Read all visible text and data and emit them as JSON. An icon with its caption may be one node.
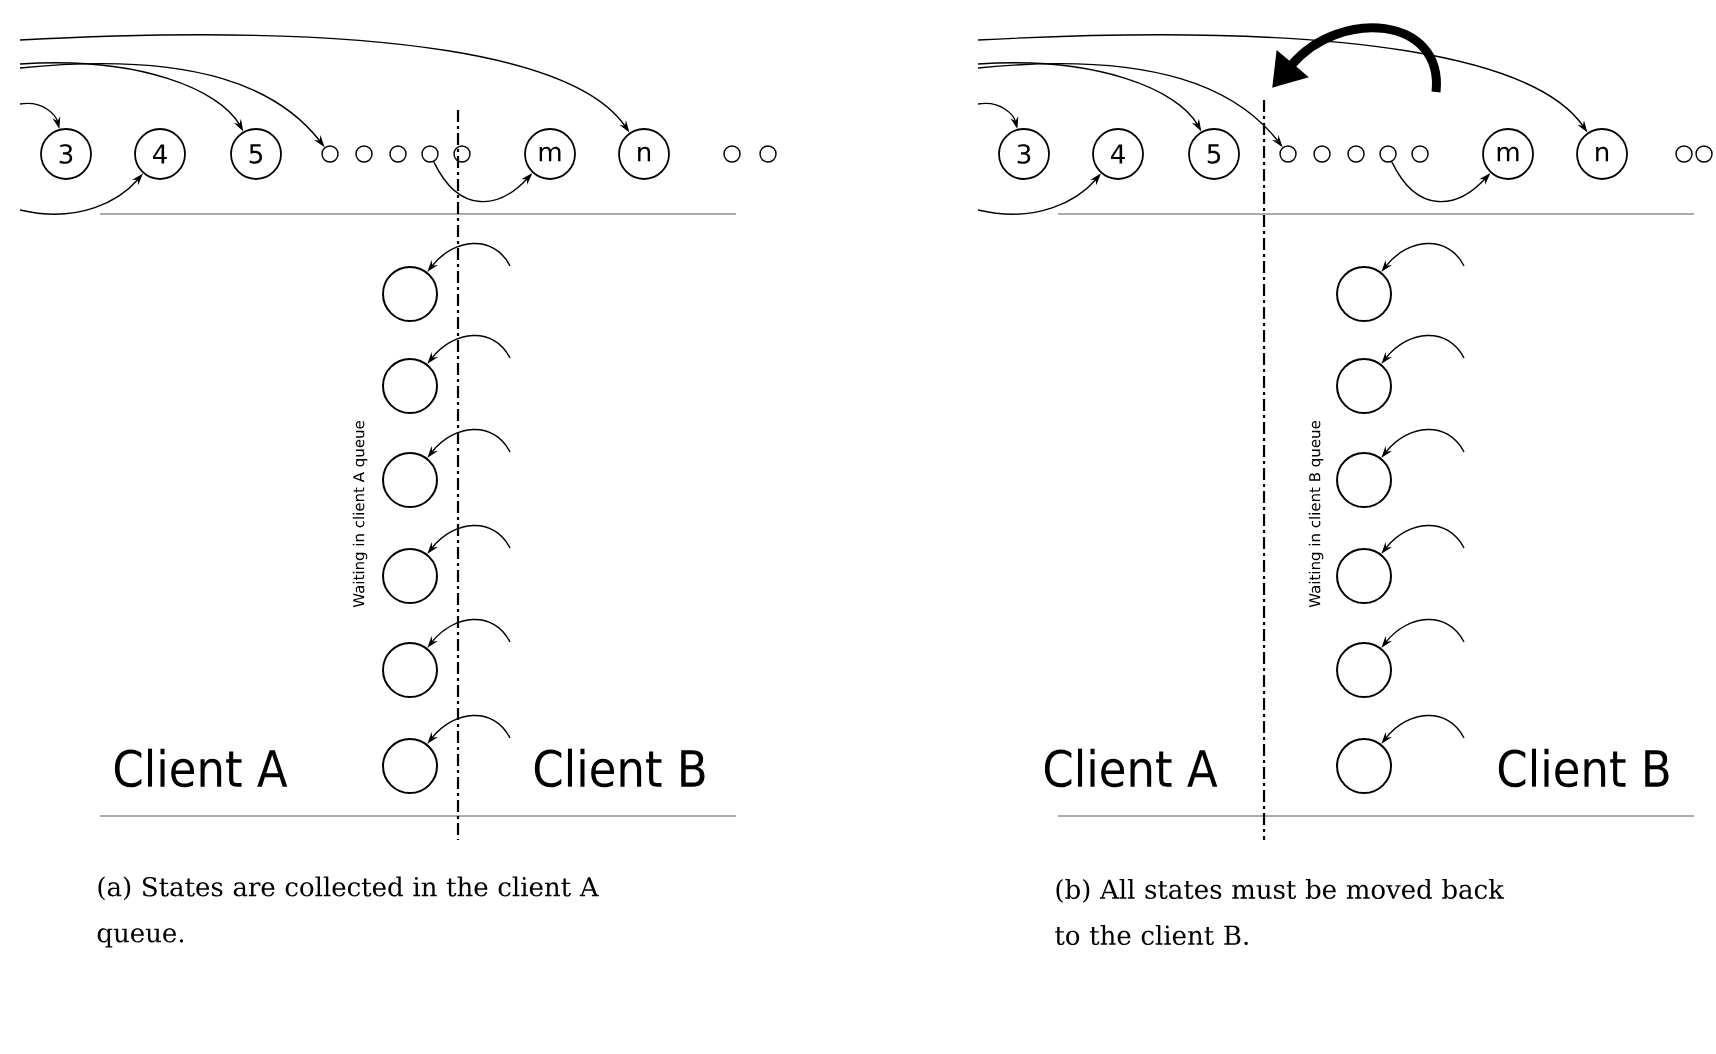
{
  "diagram": {
    "nodes": [
      {
        "text": [
          "3"
        ]
      },
      {
        "text": [
          "4"
        ]
      },
      {
        "text": [
          "5"
        ]
      },
      {
        "text": [],
        "shape": "circle"
      },
      {
        "text": [],
        "shape": "circle"
      },
      {
        "text": [],
        "shape": "circle"
      },
      {
        "text": [],
        "shape": "circle"
      },
      {
        "text": [],
        "shape": "circle"
      },
      {
        "text": [
          "m"
        ]
      },
      {
        "text": [
          "n"
        ]
      },
      {
        "text": [],
        "shape": "circle"
      },
      {
        "text": [],
        "shape": "circle"
      },
      {
        "text": [],
        "shape": "circle"
      },
      {
        "text": [],
        "shape": "circle"
      },
      {
        "text": [],
        "shape": "circle"
      },
      {
        "text": [],
        "shape": "circle"
      },
      {
        "text": [],
        "shape": "circle"
      },
      {
        "text": [],
        "shape": "circle"
      },
      {
        "text": [
          "3"
        ]
      },
      {
        "text": [
          "4"
        ]
      },
      {
        "text": [
          "5"
        ]
      },
      {
        "text": [],
        "shape": "circle"
      },
      {
        "text": [],
        "shape": "circle"
      },
      {
        "text": [],
        "shape": "circle"
      },
      {
        "text": [],
        "shape": "circle"
      },
      {
        "text": [],
        "shape": "circle"
      },
      {
        "text": [
          "m"
        ]
      },
      {
        "text": [
          "n"
        ]
      },
      {
        "text": [],
        "shape": "circle"
      },
      {
        "text": [],
        "shape": "circle"
      },
      {
        "text": [],
        "shape": "circle"
      },
      {
        "text": [],
        "shape": "circle"
      },
      {
        "text": [],
        "shape": "circle"
      },
      {
        "text": [],
        "shape": "circle"
      },
      {
        "text": [],
        "shape": "circle"
      },
      {
        "text": [],
        "shape": "circle"
      }
    ],
    "edges": [
      {
        "from": null,
        "to": 0,
        "arrow": "to"
      },
      {
        "from": null,
        "to": 1,
        "arrow": "to"
      },
      {
        "from": null,
        "to": 2,
        "arrow": "to"
      },
      {
        "from": null,
        "to": 3,
        "arrow": "to"
      },
      {
        "from": null,
        "to": 9,
        "arrow": "to"
      },
      {
        "from": 6,
        "to": 8,
        "arrow": "to"
      },
      {
        "from": null,
        "to": 12,
        "arrow": "to"
      },
      {
        "from": null,
        "to": 13,
        "arrow": "to"
      },
      {
        "from": null,
        "to": 14,
        "arrow": "to"
      },
      {
        "from": null,
        "to": 15,
        "arrow": "to"
      },
      {
        "from": null,
        "to": 16,
        "arrow": "to"
      },
      {
        "from": null,
        "to": 17,
        "arrow": "to"
      },
      {
        "from": null,
        "to": 18,
        "arrow": "to"
      },
      {
        "from": null,
        "to": 19,
        "arrow": "to"
      },
      {
        "from": null,
        "to": 20,
        "arrow": "to"
      },
      {
        "from": null,
        "to": 21,
        "arrow": "to"
      },
      {
        "from": null,
        "to": 27,
        "arrow": "to"
      },
      {
        "from": 24,
        "to": 26,
        "arrow": "to"
      },
      {
        "from": null,
        "to": 30,
        "arrow": "to"
      },
      {
        "from": null,
        "to": 31,
        "arrow": "to"
      },
      {
        "from": null,
        "to": 32,
        "arrow": "to"
      },
      {
        "from": null,
        "to": 33,
        "arrow": "to"
      },
      {
        "from": null,
        "to": 34,
        "arrow": "to"
      },
      {
        "from": null,
        "to": 35,
        "arrow": "to"
      }
    ],
    "labels": [
      "Waiting in client A queue",
      "Client A",
      "Client B",
      "Waiting in client B queue",
      "Client A",
      "Client B",
      "(a) States are collected in the client A queue.",
      "(b) All states must be moved back to the client B."
    ]
  }
}
